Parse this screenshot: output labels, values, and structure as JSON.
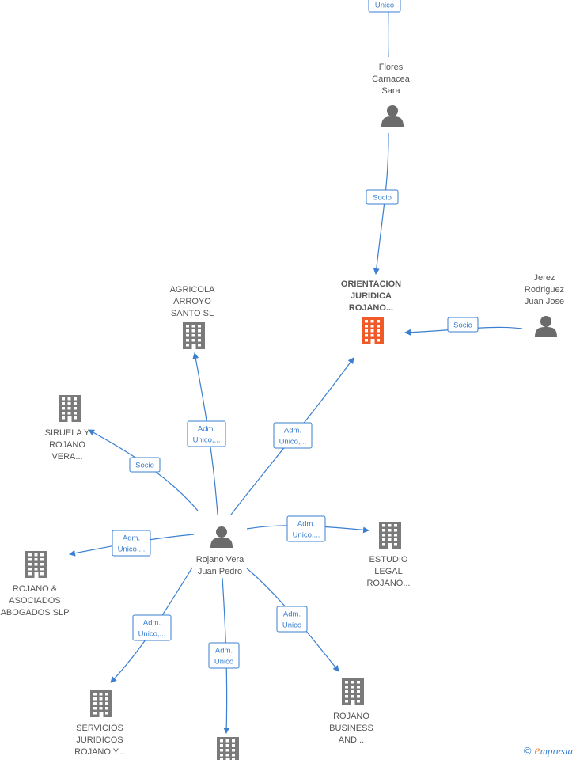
{
  "nodes": [
    {
      "id": "flores",
      "type": "person",
      "label": [
        "Flores",
        "Carnacea",
        "Sara"
      ]
    },
    {
      "id": "orientacion",
      "type": "company",
      "main": true,
      "label": [
        "ORIENTACION",
        "JURIDICA",
        "ROJANO..."
      ]
    },
    {
      "id": "jerez",
      "type": "person",
      "label": [
        "Jerez",
        "Rodriguez",
        "Juan Jose"
      ]
    },
    {
      "id": "agricola",
      "type": "company",
      "label": [
        "AGRICOLA",
        "ARROYO",
        "SANTO  SL"
      ]
    },
    {
      "id": "siruela",
      "type": "company",
      "label": [
        "SIRUELA Y",
        "ROJANO",
        "VERA..."
      ]
    },
    {
      "id": "rojano_vera",
      "type": "person",
      "label": [
        "Rojano Vera",
        "Juan Pedro"
      ]
    },
    {
      "id": "estudio",
      "type": "company",
      "label": [
        "ESTUDIO",
        "LEGAL",
        "ROJANO..."
      ]
    },
    {
      "id": "rojano_asociados",
      "type": "company",
      "label": [
        "ROJANO &",
        "ASOCIADOS",
        "ABOGADOS  SLP"
      ]
    },
    {
      "id": "servicios",
      "type": "company",
      "label": [
        "SERVICIOS",
        "JURIDICOS",
        "ROJANO Y..."
      ]
    },
    {
      "id": "bottom",
      "type": "company",
      "label": []
    },
    {
      "id": "business",
      "type": "company",
      "label": [
        "ROJANO",
        "BUSINESS",
        "AND..."
      ]
    }
  ],
  "edges": [
    {
      "id": "e_top",
      "tag": [
        "Unico"
      ]
    },
    {
      "id": "e_flores",
      "tag": [
        "Socio"
      ]
    },
    {
      "id": "e_jerez",
      "tag": [
        "Socio"
      ]
    },
    {
      "id": "e_orientacion",
      "tag": [
        "Adm.",
        "Unico,..."
      ]
    },
    {
      "id": "e_agricola",
      "tag": [
        "Adm.",
        "Unico,..."
      ]
    },
    {
      "id": "e_siruela",
      "tag": [
        "Socio"
      ]
    },
    {
      "id": "e_estudio",
      "tag": [
        "Adm.",
        "Unico,..."
      ]
    },
    {
      "id": "e_asociados",
      "tag": [
        "Adm.",
        "Unico,..."
      ]
    },
    {
      "id": "e_servicios",
      "tag": [
        "Adm.",
        "Unico,..."
      ]
    },
    {
      "id": "e_bottom",
      "tag": [
        "Adm.",
        "Unico"
      ]
    },
    {
      "id": "e_business",
      "tag": [
        "Adm.",
        "Unico"
      ]
    }
  ],
  "brand": {
    "copyright": "©",
    "name_first": "e",
    "name_rest": "mpresia"
  }
}
